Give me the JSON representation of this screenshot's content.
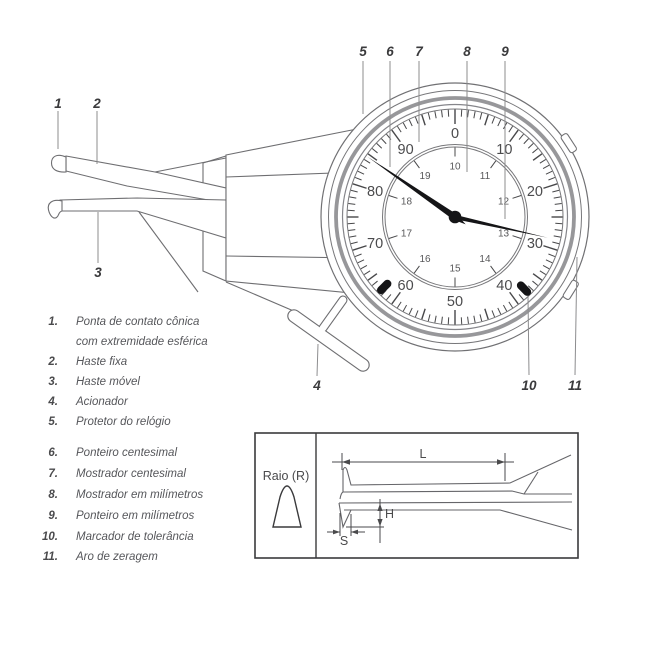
{
  "callouts": [
    {
      "label": "1"
    },
    {
      "label": "2"
    },
    {
      "label": "3"
    },
    {
      "label": "4"
    },
    {
      "label": "5"
    },
    {
      "label": "6"
    },
    {
      "label": "7"
    },
    {
      "label": "8"
    },
    {
      "label": "9"
    },
    {
      "label": "10"
    },
    {
      "label": "11"
    }
  ],
  "legend": {
    "items": [
      {
        "num": "1.",
        "text": "Ponta de contato cônica",
        "text2": "com extremidade esférica"
      },
      {
        "num": "2.",
        "text": "Haste fixa"
      },
      {
        "num": "3.",
        "text": "Haste móvel"
      },
      {
        "num": "4.",
        "text": "Acionador"
      },
      {
        "num": "5.",
        "text": "Protetor do relógio"
      },
      {
        "num": "6.",
        "text": "Ponteiro centesimal"
      },
      {
        "num": "7.",
        "text": "Mostrador centesimal"
      },
      {
        "num": "8.",
        "text": "Mostrador em milímetros"
      },
      {
        "num": "9.",
        "text": "Ponteiro em milímetros"
      },
      {
        "num": "10.",
        "text": "Marcador de tolerância"
      },
      {
        "num": "11.",
        "text": "Aro de zeragem"
      }
    ]
  },
  "dial": {
    "outer_numbers": [
      0,
      10,
      20,
      30,
      40,
      50,
      60,
      70,
      80,
      90
    ],
    "inner_numbers": [
      10,
      11,
      12,
      13,
      14,
      15,
      16,
      17,
      18,
      19
    ],
    "big_needle_value": 84.6,
    "small_needle_value_mm": 12.85,
    "tolerance_marker_values": [
      37.8,
      62.6
    ]
  },
  "detail_box": {
    "radius_label": "Raio (R)",
    "length_label": "L",
    "height_label": "H",
    "width_label": "S"
  },
  "colors": {
    "line_gray": "#77777a",
    "thick_ring_gray": "#97979a",
    "tick_color": "#48484a",
    "dial_number_color": "#4b4b4d",
    "inner_number_color": "#58585a",
    "needle_black": "#151517",
    "leader_gray": "#8c8c8e",
    "legend_text": "#55565a"
  }
}
